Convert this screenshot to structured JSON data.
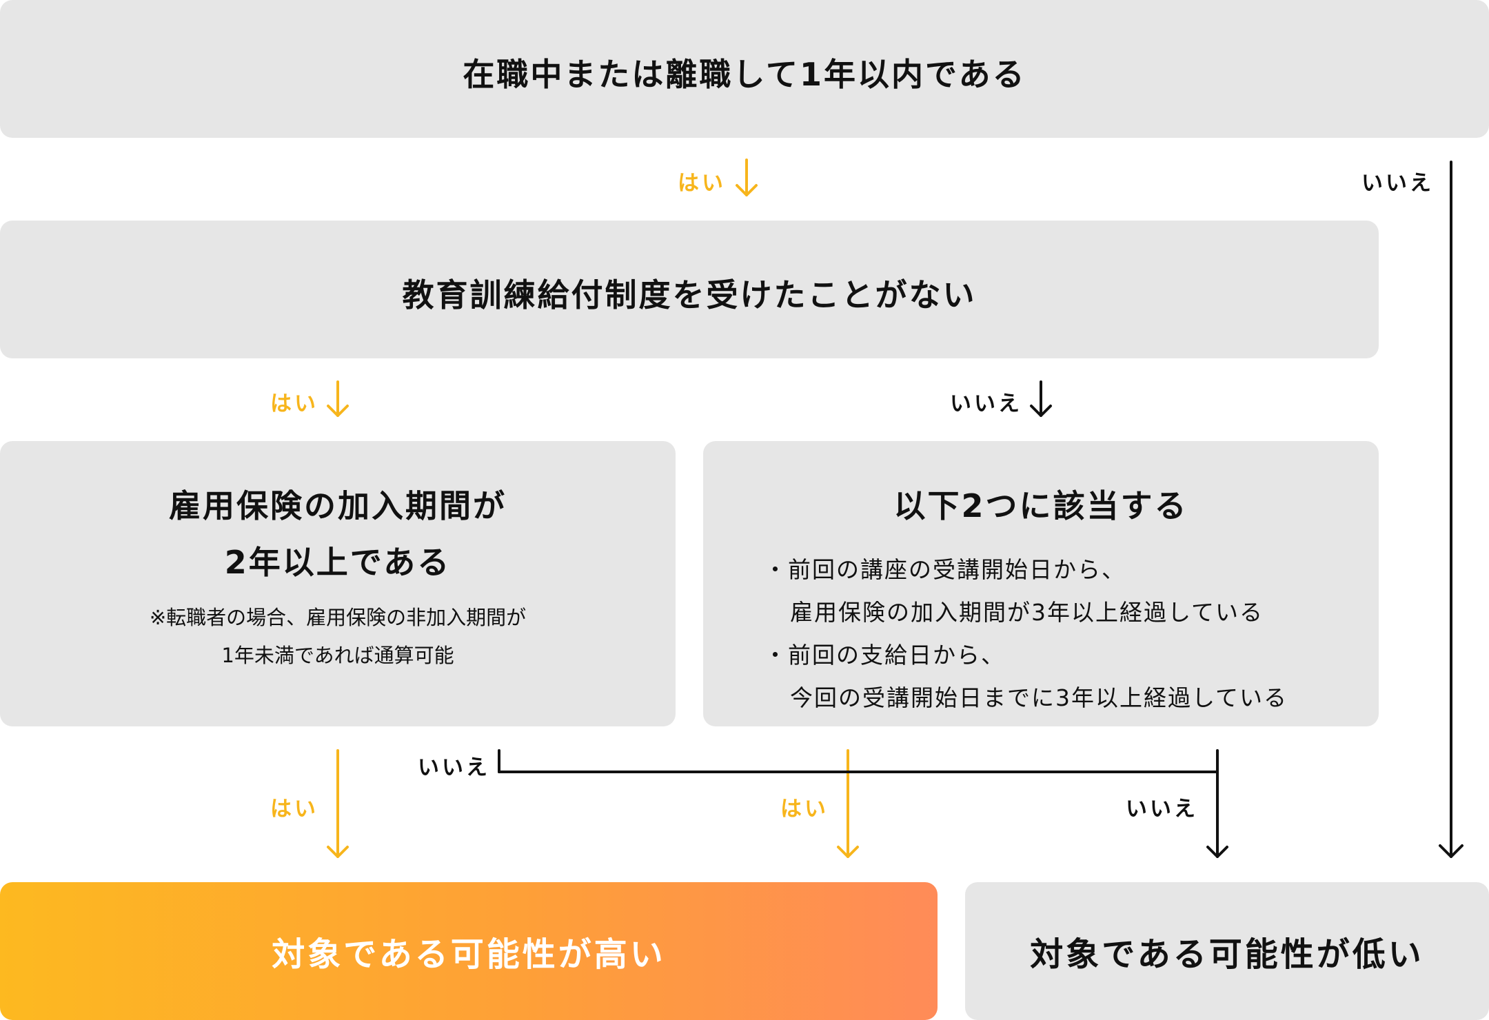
{
  "q1": {
    "text": "在職中または離職して1年以内である"
  },
  "q2": {
    "text": "教育訓練給付制度を受けたことがない"
  },
  "q3": {
    "title_line1": "雇用保険の加入期間が",
    "title_line2": "2年以上である",
    "note_line1": "※転職者の場合、雇用保険の非加入期間が",
    "note_line2": "1年未満であれば通算可能"
  },
  "q4": {
    "title": "以下2つに該当する",
    "bullets": [
      {
        "line1": "・前回の講座の受講開始日から、",
        "line2": "雇用保険の加入期間が3年以上経過している"
      },
      {
        "line1": "・前回の支給日から、",
        "line2": "今回の受講開始日までに3年以上経過している"
      }
    ]
  },
  "labels": {
    "yes": "はい",
    "no": "いいえ"
  },
  "results": {
    "high": "対象である可能性が高い",
    "low": "対象である可能性が低い"
  },
  "colors": {
    "yes": "#f7b51c",
    "no": "#111111",
    "box": "#e6e6e6",
    "gradient_start": "#fdb920",
    "gradient_end": "#ff8b58"
  }
}
